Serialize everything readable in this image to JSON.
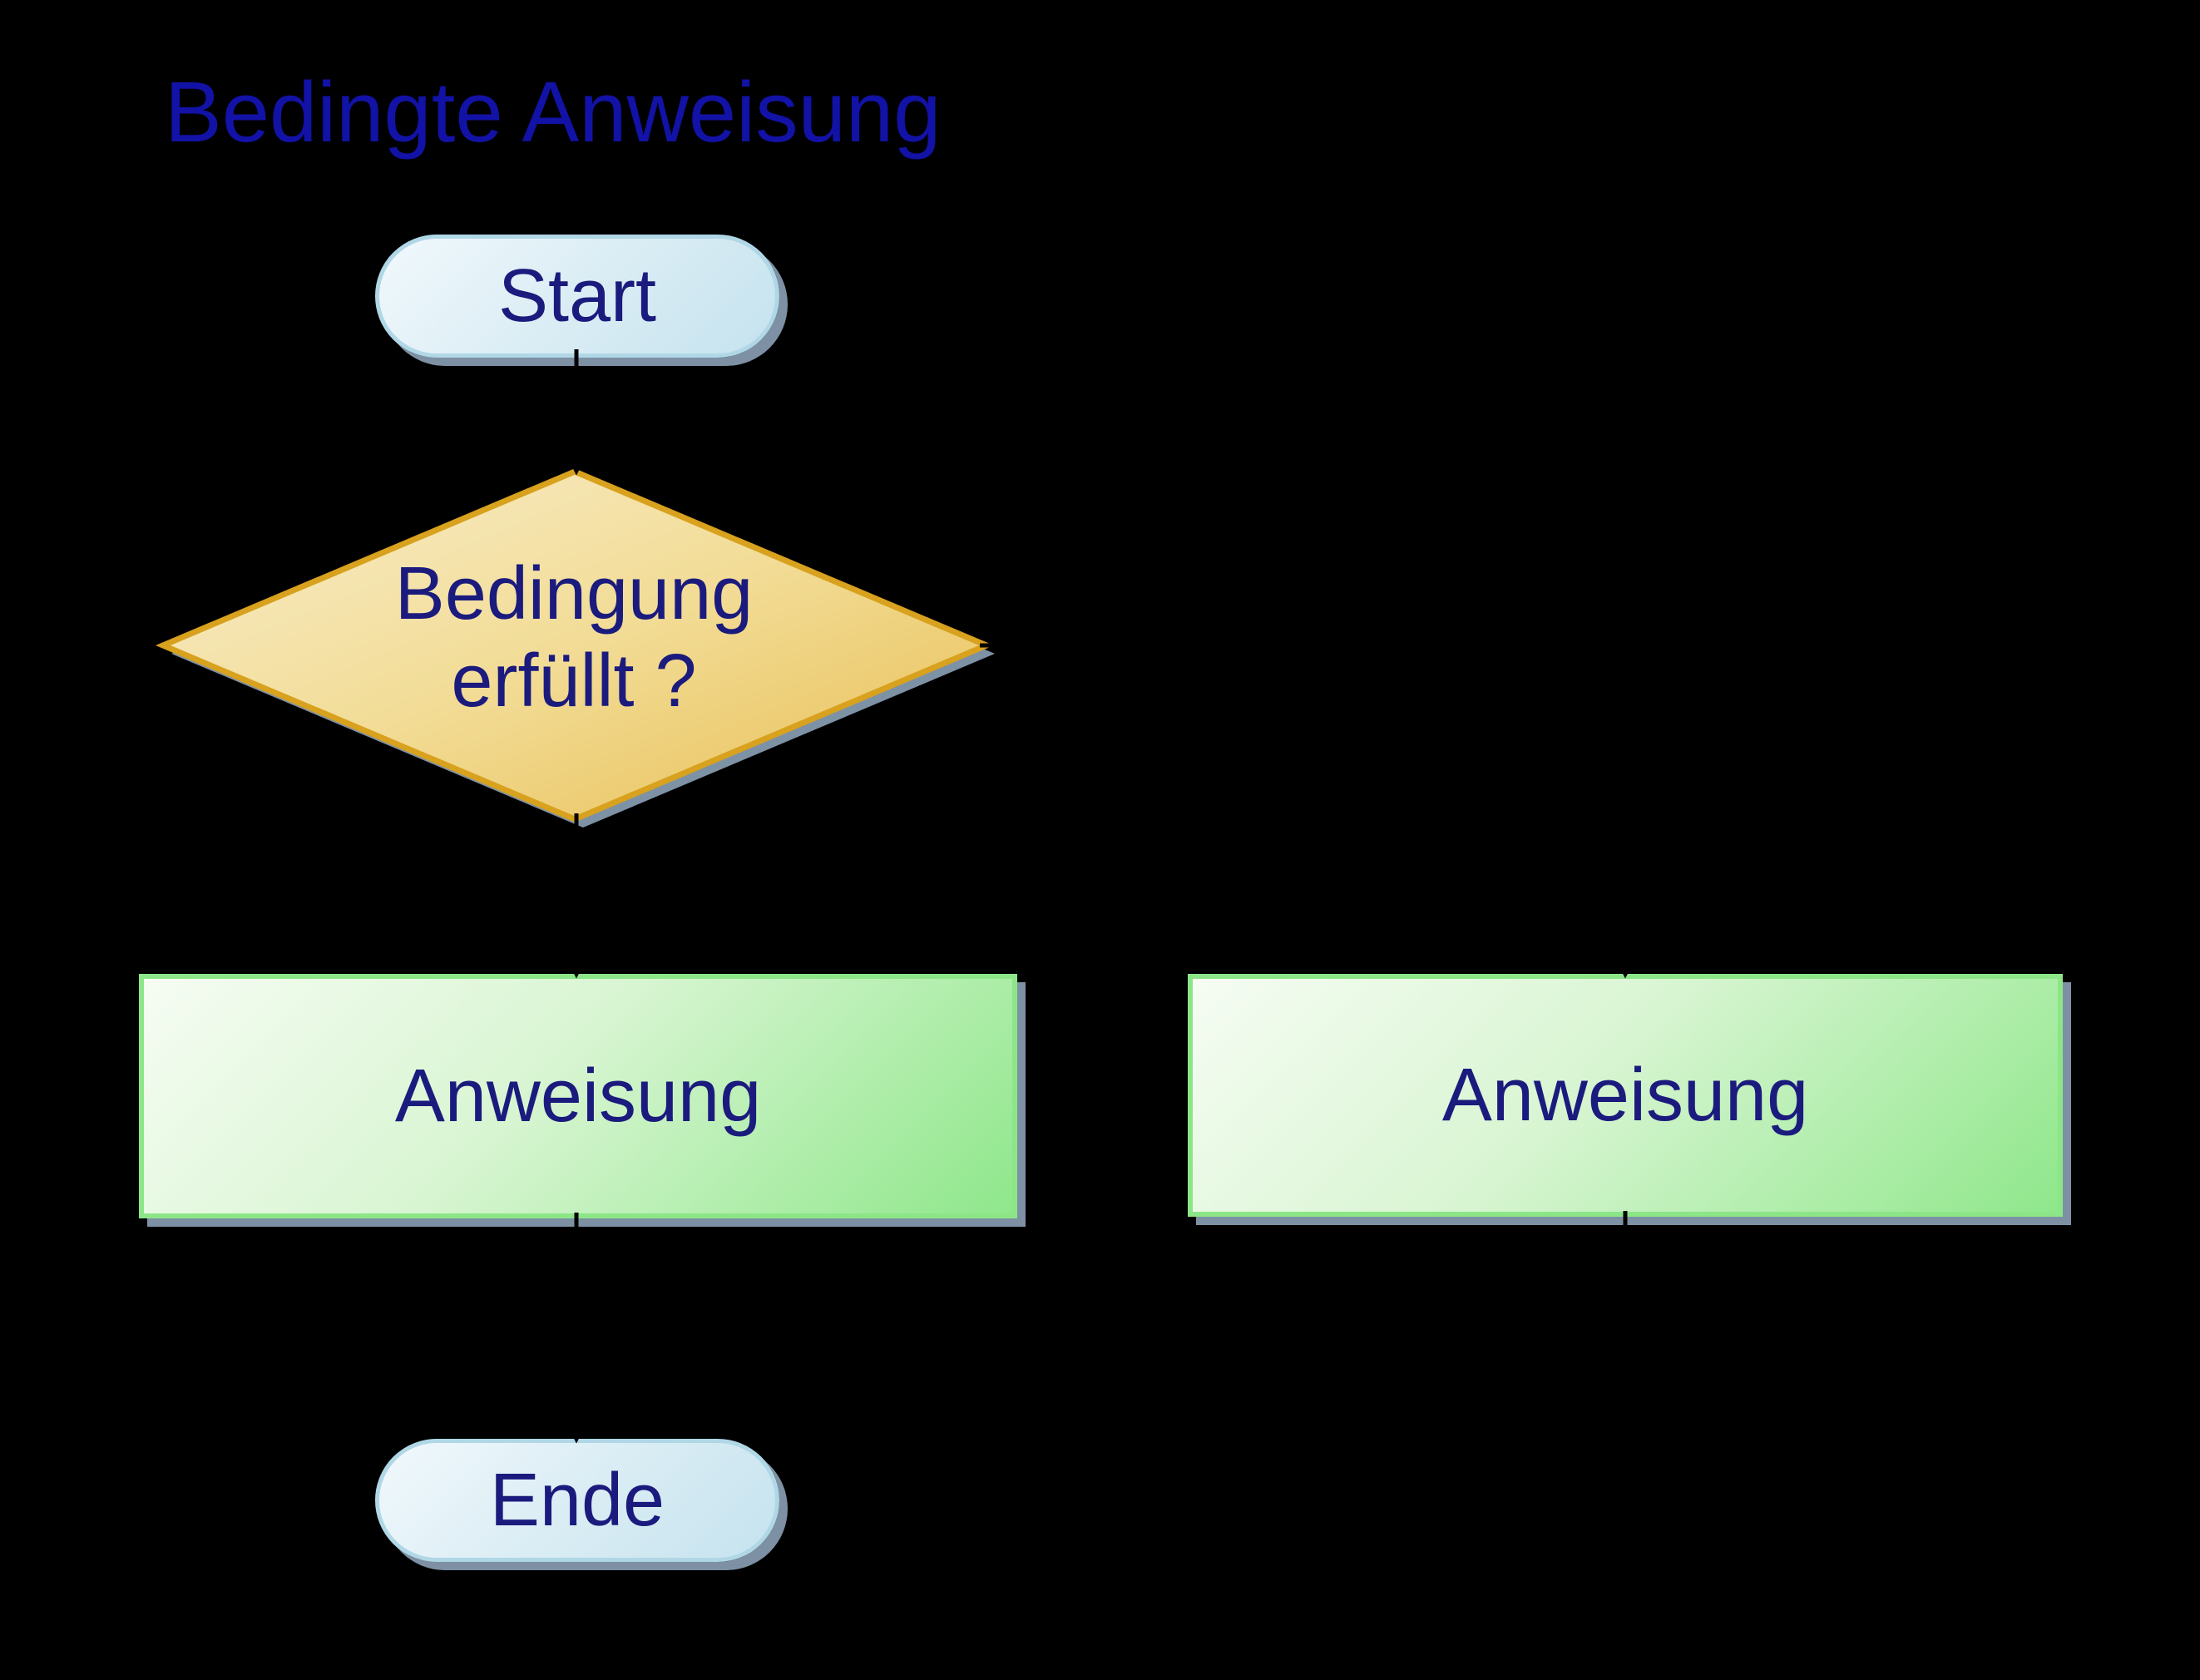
{
  "diagram": {
    "title": {
      "text": "Bedingte Anweisung"
    },
    "nodes": {
      "start": {
        "type": "terminator",
        "label": "Start"
      },
      "decision": {
        "type": "decision",
        "label": "Bedingung erfüllt ?"
      },
      "process_left": {
        "type": "process",
        "label": "Anweisung"
      },
      "process_right": {
        "type": "process",
        "label": "Anweisung"
      },
      "end": {
        "type": "terminator",
        "label": "Ende"
      }
    },
    "edges": [
      {
        "from": "start",
        "to": "decision"
      },
      {
        "from": "decision",
        "to": "process_left"
      },
      {
        "from": "decision",
        "to": "process_right"
      },
      {
        "from": "process_left",
        "to": "end"
      },
      {
        "from": "process_right",
        "to": "end"
      }
    ],
    "colors": {
      "background": "#000000",
      "title_text": "#1212A6",
      "node_text": "#1B1B7E",
      "terminator_fill_light": "#F1F9FC",
      "terminator_fill_dark": "#C5E3EF",
      "terminator_border": "#B0D7E6",
      "decision_fill_light": "#F8EECC",
      "decision_fill_dark": "#E8BE52",
      "decision_border": "#D8A11E",
      "process_fill_light": "#F6FCF3",
      "process_fill_dark": "#8FE78B",
      "process_border": "#8CE687",
      "shadow": "#7E90A3",
      "connector": "#000000"
    }
  }
}
